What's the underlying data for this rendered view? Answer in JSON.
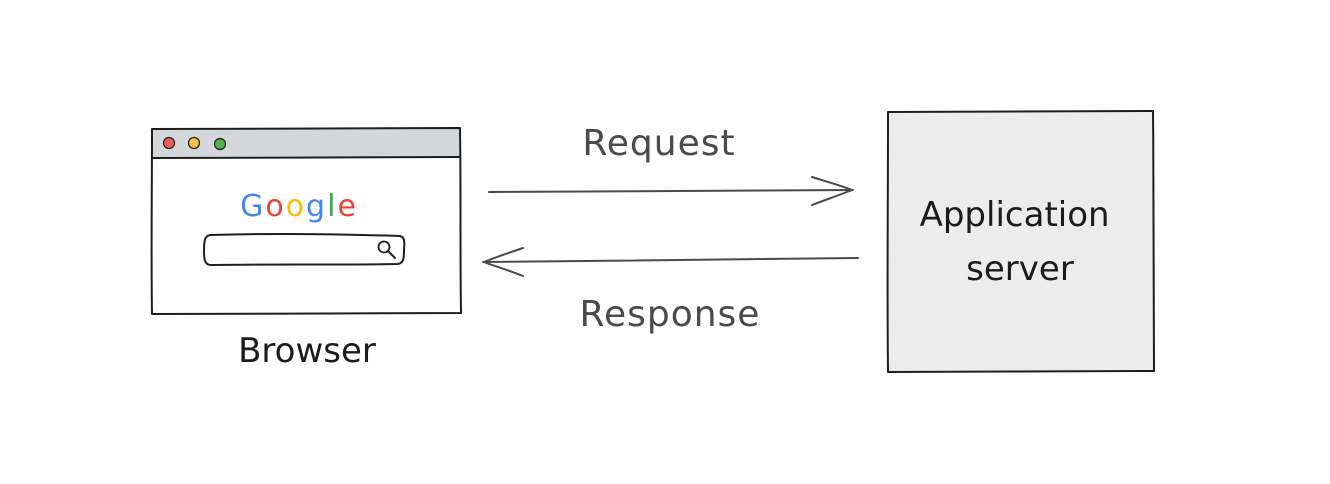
{
  "browser": {
    "label": "Browser",
    "logo_text": "Google",
    "logo_letters": [
      "G",
      "o",
      "o",
      "g",
      "l",
      "e"
    ],
    "logo_colors": [
      "#4285f4",
      "#ea4335",
      "#fbbc05",
      "#4285f4",
      "#34a853",
      "#ea4335"
    ],
    "window_buttons": [
      {
        "name": "close",
        "color": "#ec5f59"
      },
      {
        "name": "minimize",
        "color": "#f5be4f"
      },
      {
        "name": "maximize",
        "color": "#4fb348"
      }
    ],
    "titlebar_color": "#d4d7da",
    "search_icon": "magnifier-icon"
  },
  "server": {
    "label_line1": "Application",
    "label_line2": "server",
    "fill_color": "#ececec"
  },
  "arrows": {
    "request_label": "Request",
    "response_label": "Response"
  }
}
